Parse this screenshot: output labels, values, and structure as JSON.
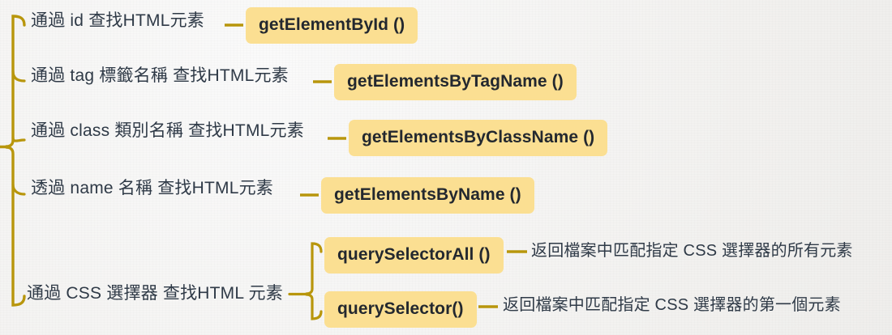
{
  "diagram": {
    "type": "mindmap-bracket",
    "title_present": false,
    "colors": {
      "background": "#f6f5f3",
      "bracket": "#b8960c",
      "connector": "#b8960c",
      "badge_fill": "#fbdf92",
      "badge_text": "#23282f",
      "label_text": "#2f3a47"
    },
    "branches": [
      {
        "id": "by-id",
        "label": "通過 id 查找HTML元素",
        "method": "getElementById ()"
      },
      {
        "id": "by-tag",
        "label": "通過 tag 標籤名稱 查找HTML元素",
        "method": "getElementsByTagName ()"
      },
      {
        "id": "by-class",
        "label": "通過 class 類別名稱 查找HTML元素",
        "method": "getElementsByClassName ()"
      },
      {
        "id": "by-name",
        "label": "透過 name 名稱 查找HTML元素",
        "method": "getElementsByName ()"
      },
      {
        "id": "by-css",
        "label": "通過 CSS 選擇器 查找HTML 元素",
        "children": [
          {
            "id": "query-selector-all",
            "method": "querySelectorAll ()",
            "description": "返回檔案中匹配指定 CSS 選擇器的所有元素"
          },
          {
            "id": "query-selector",
            "method": "querySelector()",
            "description": "返回檔案中匹配指定 CSS 選擇器的第一個元素"
          }
        ]
      }
    ]
  }
}
